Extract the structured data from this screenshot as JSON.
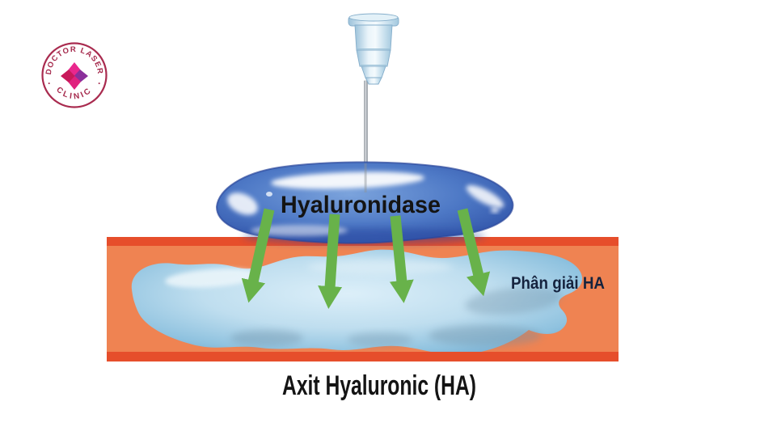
{
  "logo": {
    "arc_top": "DOCTOR LASER",
    "arc_bottom": "CLINIC",
    "dot": "·",
    "ring_color": "#A92B4F",
    "text_color": "#A5294C",
    "icon_colors": {
      "top": "#E9278D",
      "right": "#8A2F9B",
      "bottom": "#E0217E",
      "left": "#C8195A"
    }
  },
  "diagram": {
    "labels": {
      "enzyme": "Hyaluronidase",
      "process": "Phân giải HA",
      "caption": "Axit Hyaluronic (HA)"
    },
    "colors": {
      "tissue_band": "#EF8352",
      "tissue_border": "#E64E2B",
      "arrow_green": "#68B24A",
      "enzyme_blue": "#4E79C6",
      "filler_blue": "#BFDEEF",
      "label_dark": "#15233E",
      "text_black": "#141414",
      "needle_gray": "#A9AFB5",
      "hub_blue": "#CDE4F1"
    }
  }
}
